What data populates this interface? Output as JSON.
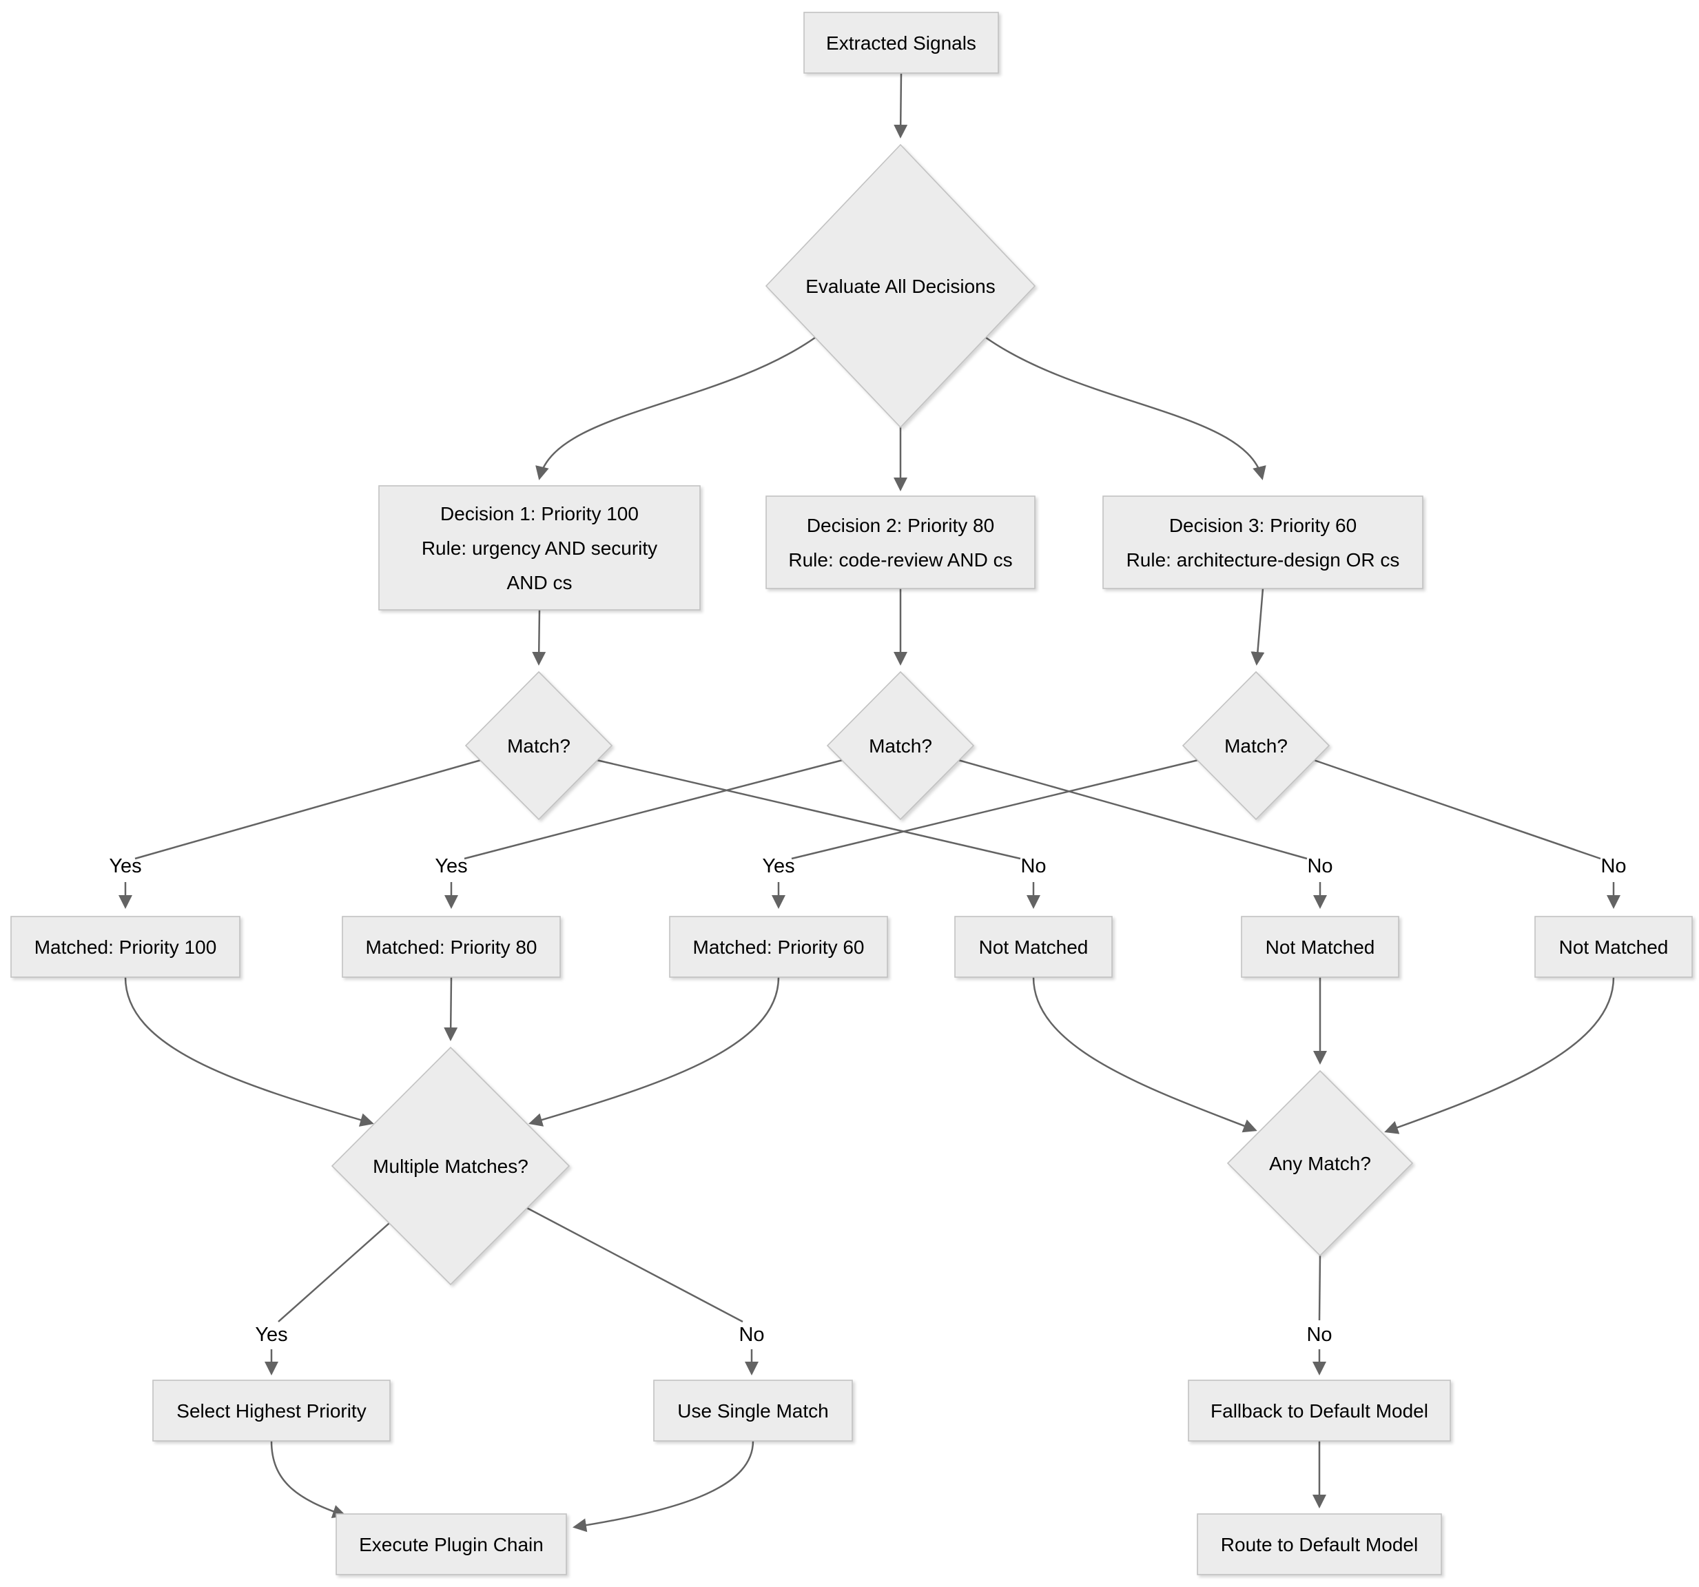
{
  "diagram": {
    "type": "flowchart",
    "background": "#ffffff",
    "node_fill": "#ececec",
    "node_stroke": "#c2c2c2",
    "edge_color": "#636363",
    "text_color": "#000000",
    "nodes": {
      "extracted_signals": {
        "label": "Extracted Signals",
        "shape": "rect"
      },
      "evaluate_all": {
        "label": "Evaluate All Decisions",
        "shape": "diamond"
      },
      "decision1": {
        "lines": [
          "Decision 1: Priority 100",
          "Rule: urgency AND security",
          "AND cs"
        ],
        "shape": "rect"
      },
      "decision2": {
        "lines": [
          "Decision 2: Priority 80",
          "Rule: code-review AND cs"
        ],
        "shape": "rect"
      },
      "decision3": {
        "lines": [
          "Decision 3: Priority 60",
          "Rule: architecture-design OR cs"
        ],
        "shape": "rect"
      },
      "match1": {
        "label": "Match?",
        "shape": "diamond"
      },
      "match2": {
        "label": "Match?",
        "shape": "diamond"
      },
      "match3": {
        "label": "Match?",
        "shape": "diamond"
      },
      "matched_100": {
        "label": "Matched: Priority 100",
        "shape": "rect"
      },
      "matched_80": {
        "label": "Matched: Priority 80",
        "shape": "rect"
      },
      "matched_60": {
        "label": "Matched: Priority 60",
        "shape": "rect"
      },
      "not_matched_1": {
        "label": "Not Matched",
        "shape": "rect"
      },
      "not_matched_2": {
        "label": "Not Matched",
        "shape": "rect"
      },
      "not_matched_3": {
        "label": "Not Matched",
        "shape": "rect"
      },
      "multiple_matches": {
        "label": "Multiple Matches?",
        "shape": "diamond"
      },
      "any_match": {
        "label": "Any Match?",
        "shape": "diamond"
      },
      "select_highest_priority": {
        "label": "Select Highest Priority",
        "shape": "rect"
      },
      "use_single_match": {
        "label": "Use Single Match",
        "shape": "rect"
      },
      "fallback_default": {
        "label": "Fallback to Default Model",
        "shape": "rect"
      },
      "execute_plugin_chain": {
        "label": "Execute Plugin Chain",
        "shape": "rect"
      },
      "route_default": {
        "label": "Route to Default Model",
        "shape": "rect"
      }
    },
    "edges": [
      {
        "from": "extracted_signals",
        "to": "evaluate_all",
        "label": ""
      },
      {
        "from": "evaluate_all",
        "to": "decision1",
        "label": ""
      },
      {
        "from": "evaluate_all",
        "to": "decision2",
        "label": ""
      },
      {
        "from": "evaluate_all",
        "to": "decision3",
        "label": ""
      },
      {
        "from": "decision1",
        "to": "match1",
        "label": ""
      },
      {
        "from": "decision2",
        "to": "match2",
        "label": ""
      },
      {
        "from": "decision3",
        "to": "match3",
        "label": ""
      },
      {
        "from": "match1",
        "to": "matched_100",
        "label": "Yes"
      },
      {
        "from": "match1",
        "to": "not_matched_1",
        "label": "No"
      },
      {
        "from": "match2",
        "to": "matched_80",
        "label": "Yes"
      },
      {
        "from": "match2",
        "to": "not_matched_2",
        "label": "No"
      },
      {
        "from": "match3",
        "to": "matched_60",
        "label": "Yes"
      },
      {
        "from": "match3",
        "to": "not_matched_3",
        "label": "No"
      },
      {
        "from": "matched_100",
        "to": "multiple_matches",
        "label": ""
      },
      {
        "from": "matched_80",
        "to": "multiple_matches",
        "label": ""
      },
      {
        "from": "matched_60",
        "to": "multiple_matches",
        "label": ""
      },
      {
        "from": "not_matched_1",
        "to": "any_match",
        "label": ""
      },
      {
        "from": "not_matched_2",
        "to": "any_match",
        "label": ""
      },
      {
        "from": "not_matched_3",
        "to": "any_match",
        "label": ""
      },
      {
        "from": "multiple_matches",
        "to": "select_highest_priority",
        "label": "Yes"
      },
      {
        "from": "multiple_matches",
        "to": "use_single_match",
        "label": "No"
      },
      {
        "from": "any_match",
        "to": "fallback_default",
        "label": "No"
      },
      {
        "from": "select_highest_priority",
        "to": "execute_plugin_chain",
        "label": ""
      },
      {
        "from": "use_single_match",
        "to": "execute_plugin_chain",
        "label": ""
      },
      {
        "from": "fallback_default",
        "to": "route_default",
        "label": ""
      }
    ]
  }
}
